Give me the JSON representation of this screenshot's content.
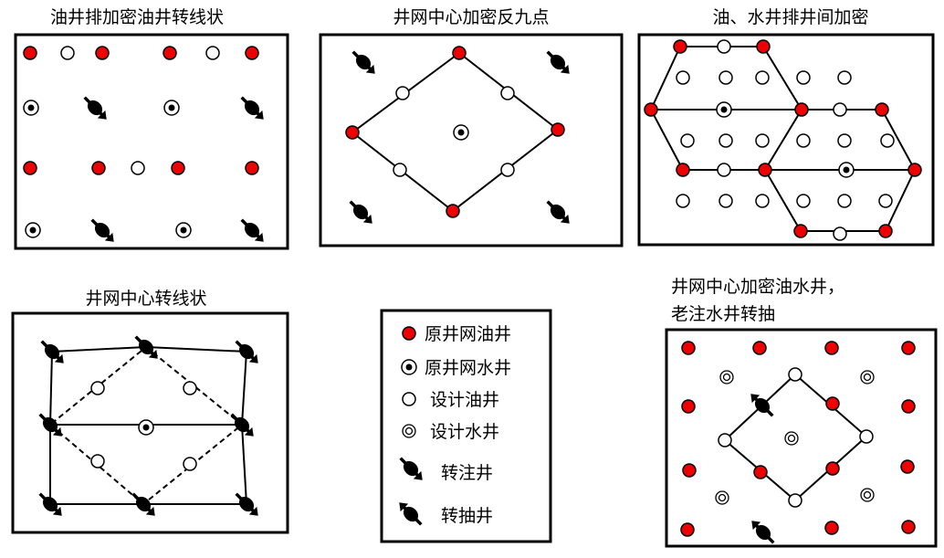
{
  "colors": {
    "original_oil_well": "#ee0000",
    "stroke": "#000000"
  },
  "panels": [
    {
      "id": "p1",
      "title": "油井排加密油井转线状"
    },
    {
      "id": "p2",
      "title": "井网中心加密反九点"
    },
    {
      "id": "p3",
      "title": "油、水井排井间加密"
    },
    {
      "id": "p4",
      "title": "井网中心转线状"
    },
    {
      "id": "p5",
      "title_line1": "井网中心加密油水井，",
      "title_line2": "老注水井转抽"
    }
  ],
  "legend": {
    "items": [
      {
        "icon": "original-oil-well",
        "label": "原井网油井"
      },
      {
        "icon": "original-water-well",
        "label": "原井网水井"
      },
      {
        "icon": "design-oil-well",
        "label": "设计油井"
      },
      {
        "icon": "design-water-well",
        "label": "设计水井"
      },
      {
        "icon": "convert-to-injection",
        "label": "转注井"
      },
      {
        "icon": "convert-to-production",
        "label": "转抽井"
      }
    ]
  }
}
